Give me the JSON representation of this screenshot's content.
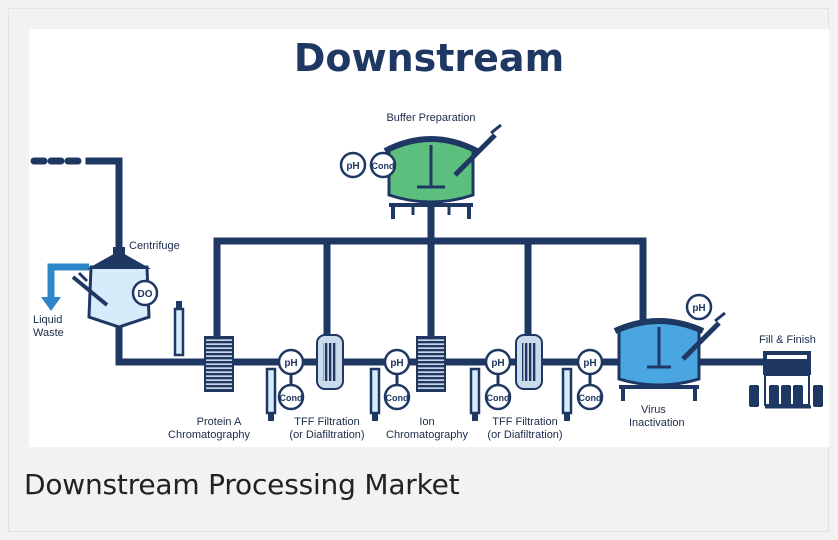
{
  "diagram": {
    "title": "Downstream",
    "stages": {
      "buffer_preparation": "Buffer Preparation",
      "centrifuge": "Centrifuge",
      "liquid_waste_line1": "Liquid",
      "liquid_waste_line2": "Waste",
      "protein_a_line1": "Protein A",
      "protein_a_line2": "Chromatography",
      "tff1_line1": "TFF Filtration",
      "tff1_line2": "(or Diafiltration)",
      "ion_line1": "Ion",
      "ion_line2": "Chromatography",
      "tff2_line1": "TFF Filtration",
      "tff2_line2": "(or Diafiltration)",
      "virus_line1": "Virus",
      "virus_line2": "Inactivation",
      "fill_finish": "Fill & Finish"
    },
    "sensors": {
      "ph": "pH",
      "cond": "Cond",
      "do": "DO"
    },
    "colors": {
      "pipe": "#1f3763",
      "green_tank": "#5dbf7e",
      "blue_tank": "#4aa6e0",
      "outlet": "#2e86c8"
    }
  },
  "caption": "Downstream Processing Market"
}
